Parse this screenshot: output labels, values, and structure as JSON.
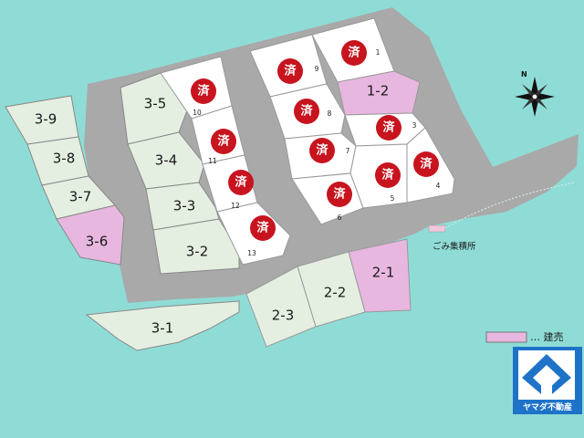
{
  "sold_mark": "済",
  "for_sale_color": "#e7b7df",
  "green_lot_color": "#e4efe2",
  "white_lot_color": "#ffffff",
  "road_color": "#a9a9a9",
  "sea_color": "#8fdcd6",
  "sold_mark_color": "#c7141e",
  "lots_left": [
    "3-9",
    "3-8",
    "3-7",
    "3-6",
    "3-5",
    "3-4",
    "3-3",
    "3-2",
    "3-1"
  ],
  "lots_bottom": [
    "2-1",
    "2-2",
    "2-3"
  ],
  "lot_for_sale_top": "1-2",
  "lot_numbers": [
    "1",
    "3",
    "4",
    "5",
    "6",
    "7",
    "8",
    "9",
    "10",
    "11",
    "12",
    "13"
  ],
  "garbage_label": "ごみ集積所",
  "legend_label": "… 建売",
  "compass_label": "N",
  "logo_text": "ヤマダ不動産"
}
